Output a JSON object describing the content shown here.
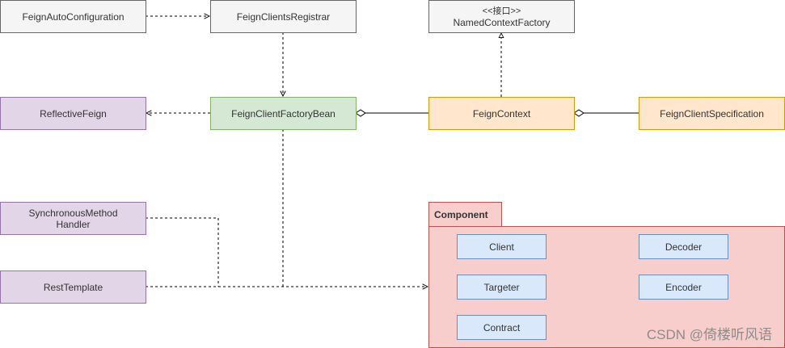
{
  "nodes": {
    "feign_auto_configuration": "FeignAutoConfiguration",
    "feign_clients_registrar": "FeignClientsRegistrar",
    "named_context_factory": {
      "stereotype": "<<接口>>",
      "name": "NamedContextFactory"
    },
    "reflective_feign": "ReflectiveFeign",
    "feign_client_factory_bean": "FeignClientFactoryBean",
    "feign_context": "FeignContext",
    "feign_client_specification": "FeignClientSpecification",
    "synchronous_method_handler": {
      "line1": "SynchronousMethod",
      "line2": "Handler"
    },
    "rest_template": "RestTemplate"
  },
  "component": {
    "title": "Component",
    "items": {
      "client": "Client",
      "decoder": "Decoder",
      "targeter": "Targeter",
      "encoder": "Encoder",
      "contract": "Contract"
    }
  },
  "watermark": "CSDN @倚楼听风语",
  "colors": {
    "gray_fill": "#f5f5f5",
    "purple_fill": "#e1d5e7",
    "green_fill": "#d5e8d4",
    "orange_fill": "#ffe6cc",
    "blue_fill": "#dae8fc",
    "package_fill": "#f8cecc"
  }
}
